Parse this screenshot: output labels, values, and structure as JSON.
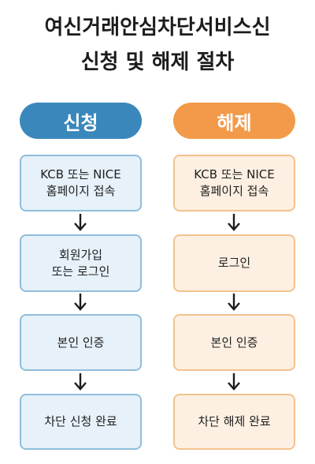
{
  "title": {
    "line1": "여신거래안심차단서비스신",
    "line2": "신청 및 해제 절차"
  },
  "columns": {
    "apply": {
      "header": "신청",
      "steps": [
        {
          "line1": "KCB 또는 NICE",
          "line2": "홈페이지 접속"
        },
        {
          "line1": "회원가입",
          "line2": "또는 로그인"
        },
        {
          "line1": "본인 인증",
          "line2": ""
        },
        {
          "line1": "차단 신청 완료",
          "line2": ""
        }
      ]
    },
    "cancel": {
      "header": "해제",
      "steps": [
        {
          "line1": "KCB 또는 NICE",
          "line2": "홈페이지 접속"
        },
        {
          "line1": "로그인",
          "line2": ""
        },
        {
          "line1": "본인 인증",
          "line2": ""
        },
        {
          "line1": "차단 해제 완료",
          "line2": ""
        }
      ]
    }
  },
  "colors": {
    "apply_accent": "#3a87bb",
    "apply_box_bg": "#e6f1f9",
    "cancel_accent": "#f29a4a",
    "cancel_box_bg": "#fdf0e2",
    "arrow": "#1c1c1c"
  },
  "icons": {
    "connector": "arrow-down-icon"
  }
}
